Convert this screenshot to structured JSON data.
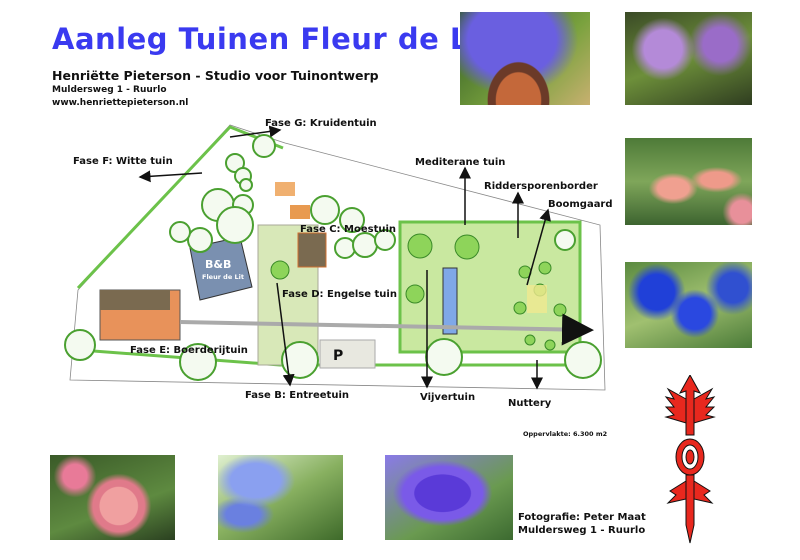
{
  "header": {
    "title": "Aanleg Tuinen Fleur de Lit",
    "studio": "Henriëtte Pieterson - Studio voor Tuinontwerp",
    "address": "Muldersweg 1 - Ruurlo",
    "website": "www.henriettepieterson.nl"
  },
  "plan": {
    "labels": {
      "fase_g": "Fase G: Kruidentuin",
      "fase_f": "Fase F: Witte tuin",
      "fase_c": "Fase C: Moestuin",
      "fase_d": "Fase D: Engelse tuin",
      "fase_e": "Fase E: Boerderijtuin",
      "fase_b": "Fase B: Entreetuin",
      "mediterrane": "Mediterane tuin",
      "riddersporen": "Riddersporenborder",
      "boomgaard": "Boomgaard",
      "vijvertuin": "Vijvertuin",
      "nuttery": "Nuttery",
      "bb": "B&B",
      "bb_sub": "Fleur de Lit",
      "parking": "P"
    },
    "area": "Oppervlakte: 6.300 m2"
  },
  "credits": {
    "photographer": "Fotografie: Peter Maat",
    "address": "Muldersweg 1 - Ruurlo"
  },
  "colors": {
    "title": "#3a3af0",
    "hedge": "#6cc24a",
    "lawn": "#c9e8a0",
    "ornament": "#e8281e"
  }
}
